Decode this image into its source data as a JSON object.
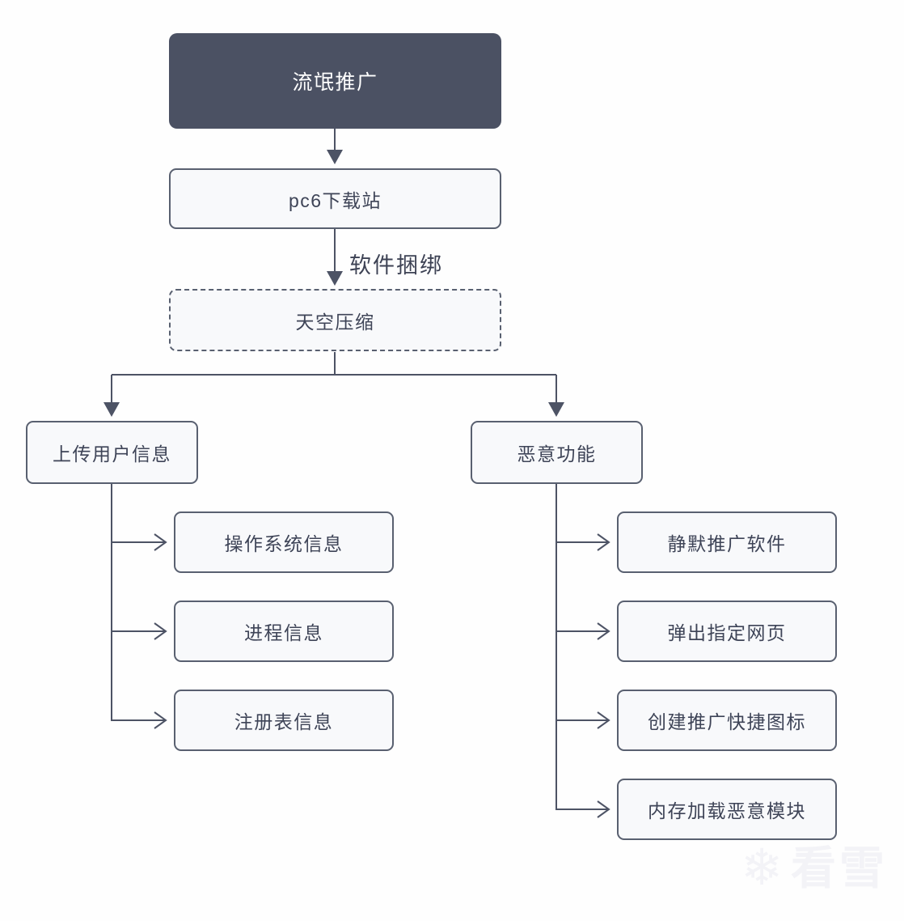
{
  "diagram": {
    "root": {
      "label": "流氓推广"
    },
    "source": {
      "label": "pc6下载站"
    },
    "bundle_edge_label": "软件捆绑",
    "dropper": {
      "label": "天空压缩"
    },
    "branches": [
      {
        "label": "上传用户信息",
        "children": [
          {
            "label": "操作系统信息"
          },
          {
            "label": "进程信息"
          },
          {
            "label": "注册表信息"
          }
        ]
      },
      {
        "label": "恶意功能",
        "children": [
          {
            "label": "静默推广软件"
          },
          {
            "label": "弹出指定网页"
          },
          {
            "label": "创建推广快捷图标"
          },
          {
            "label": "内存加载恶意模块"
          }
        ]
      }
    ],
    "colors": {
      "root_fill": "#4b5163",
      "root_text": "#ffffff",
      "node_fill": "#f8f9fb",
      "node_border": "#596070",
      "connector": "#4d5365",
      "node_text": "#3e4457"
    },
    "watermark": {
      "icon": "snowflake-icon",
      "text": "看雪"
    }
  }
}
